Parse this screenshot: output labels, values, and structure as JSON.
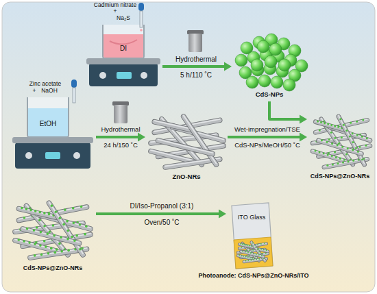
{
  "diagram": {
    "nodes": [
      {
        "text": [
          "DI"
        ]
      },
      {
        "text": [
          "CdS-NPs"
        ]
      },
      {
        "text": [
          "EtOH"
        ]
      },
      {
        "text": [
          "ZnO-NRs"
        ]
      },
      {
        "text": [
          "CdS-NPs@ZnO-NRs"
        ]
      },
      {
        "text": [
          "CdS-NPs@ZnO-NRs"
        ]
      },
      {
        "text": [
          "ITO Glass",
          "Photoanode: CdS-NPs@ZnO-NRs/ITO"
        ]
      }
    ],
    "edges": [
      {
        "from": 0,
        "to": 1,
        "arrow": "to"
      },
      {
        "from": 1,
        "to": 4,
        "arrow": "to"
      },
      {
        "from": 2,
        "to": 3,
        "arrow": "to"
      },
      {
        "from": 3,
        "to": 4,
        "arrow": "to"
      },
      {
        "from": 5,
        "to": 6,
        "arrow": "to"
      }
    ],
    "labels": [
      "Cadmium nitrate",
      "+",
      "Na₂S",
      "Hydrothermal",
      "5 h/110 ˚C",
      "Zinc acetate",
      "+",
      "NaOH",
      "Hydrothermal",
      "24 h/150 ˚C",
      "Wet-impregnation/TSE",
      "CdS-NPs/MeOH/50 ˚C",
      "DI/Iso-Propanol (3:1)",
      "Oven/50 ˚C"
    ]
  }
}
